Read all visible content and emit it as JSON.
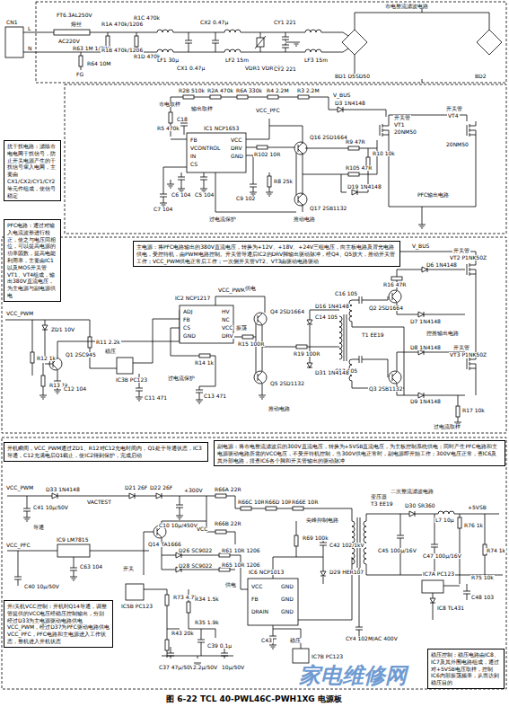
{
  "diagram": {
    "caption": "图 6-22 TCL 40-PWL46C-PWH1XG 电源板",
    "nodes": [
      {
        "text": [
          "抗干扰电路：滤除市电电网干扰信号，防止开关电源产生的干扰信号窜入电网，主要由CX1/CX2/CY1/CY2等元件组成，使信号稳定"
        ]
      },
      {
        "text": [
          "PFC电路：通过对输入电流波形进行校正，使之与电压同相位，可以提高电源的功率因数，提高电能利用率，主要由IC1以及MOS开关管VT1、VT4组成，输出380V直流电压，为主电源与副电源供电"
        ]
      },
      {
        "text": [
          "主电源：将PFC电路输出的380V直流电压，转换为+12V、+18V、+24V三组电压，向主板电路及背光电路供电，受控待机，由PWM电路控制。开关管导通后IC2的DRV脚输出驱动脉冲，经Q4、Q5放大，推动开关管工作；VCC_PWM供电正常后工作；一次侧开关管VT2、VT3由驱动电路驱动"
        ]
      },
      {
        "text": [
          "开机瞬间，VCC_PWM通过ZD1、R12对C12充电时间内，Q1处于导通状态，IC3导通，C12充满电后Q1截止，使IC2得到保护，完成启动"
        ]
      },
      {
        "text": [
          "副电源：将市电整流滤波后的300V直流电压，转换为+5VSB直流电压，为主板控制系统供电；同时产生PFC电路和主电源驱动电路所需的VCC电压，不受开待机控制，当300V供电正常时，副电源即开始工作；300V电压正常，查IC6及其外部电路，排查IC6各个脚和开关管输出的驱动脉冲"
        ]
      },
      {
        "text": [
          "开/关机VCC控制：开机时Q14导通，调整管提供的VCC电压经稳压控制输出，分别经过D33为主电源驱动电路供电VCC_PWM，经过D37为PFC驱动电路供电VCC_PFC，PFC电路和主电源进入工作状态，整机进入开机状态"
        ]
      },
      {
        "text": [
          "稳压控制：稳压电路由IC8、IC7及其外围电路组成，通过对+5VSB电压取样，控制IC6内部振荡频率，从而达到稳压目的"
        ]
      }
    ],
    "labels": [
      "CN1",
      "L",
      "N",
      "FT6.3AL250V",
      "熔丝",
      "AC220V",
      "R63 1M 1/2W",
      "R64 10M",
      "FG",
      "R1A 470k/1206",
      "R1B 470k/1206",
      "R1C 470k",
      "R1D 470k",
      "LF1 30μ",
      "CX1 0.47μ",
      "CX2 0.47μ",
      "LF2 15m",
      "VDR1 VDR561",
      "CY1 221",
      "CY2 221",
      "LF3 15m",
      "BD1 D5SD50",
      "BD2",
      "市电整流滤波电路",
      "R2B 510k",
      "R2A 470k",
      "R6A 330k",
      "R4 2.2M",
      "R3 2.2M",
      "V_BUS",
      "市电取样",
      "输出取样",
      "R5 470k",
      "C18",
      "IC1 NCP1653",
      "FB",
      "VCONTROL",
      "IN",
      "CS",
      "VCC",
      "DRV",
      "GND",
      "VCC_PFC",
      "R102 10R",
      "C6 104",
      "C5 104",
      "C7 104",
      "C9 102",
      "R8 25k",
      "过电流保护",
      "Q16 2SD1664",
      "Q17 2SB1132",
      "推动电路",
      "D3 1N4148",
      "R9 47R",
      "R10 10k",
      "R105 47R",
      "D19 1N4148",
      "开关管",
      "VT1",
      "20NM50",
      "开关管",
      "VT4",
      "20NM50",
      "PFC输出电路",
      "V_BUS",
      "D6 1N4148",
      "开关管",
      "VT2 P1NK50Z",
      "R16 47R",
      "Q2 2SD1664",
      "D7 1N4148",
      "C16 105",
      "T1 EE19",
      "C17 105",
      "控推输出电路",
      "D8 1N4148",
      "Q3 2SB1132",
      "D9 1N4148",
      "开关管",
      "VT3 P1NK50Z",
      "R17 10k",
      "过电流取样",
      "IC2 NCP1217",
      "VCC_PWM",
      "ADJ",
      "FB",
      "CS",
      "GND",
      "HV",
      "NC",
      "VCC",
      "DRV",
      "供电",
      "Q4 2SD1664",
      "D16 1N4148",
      "C14 105",
      "振荡",
      "R15 100R",
      "R19 100R",
      "Q5 2SD1132",
      "D31 1N4148",
      "推动电路",
      "过电流保护",
      "R14 1k",
      "C13 471",
      "VCC_PWM",
      "ZD1 10V",
      "R11 2.2k",
      "Q1 2SC945",
      "稳压",
      "IC3B PC123",
      "R12 1k",
      "R13 1k",
      "C12 104",
      "C11 471",
      "VCC_PWM",
      "D33 1N4148",
      "VACTEST",
      "D21 26F",
      "D22 26F",
      "+300V",
      "C10 10μ/450V",
      "R66A 22R",
      "R66B 22R",
      "R66C 10R",
      "R66D 10R",
      "R66E 10R",
      "R69 100k",
      "尖峰抑制电路",
      "C42 102/1kV",
      "D29 HER107",
      "C41 10μ/50V",
      "导通",
      "IC9 LM7815",
      "VCC_PFC",
      "C63 104",
      "C40 10μ/50V",
      "Q14 TA1666",
      "VCC",
      "D26 SC9022",
      "R61 10R 1206",
      "D28 SC9022",
      "R65 10R 1206",
      "开关",
      "供电",
      "R73 4.7k",
      "R34 1.5k",
      "R35 1.9k",
      "C39 0.1μ",
      "R43 20k",
      "IC5B PC123",
      "C37 47μ/50V",
      "2.2μ/50V",
      "10μ/50V",
      "IC6 NCP1013",
      "VCC",
      "FB",
      "DRAIN",
      "GND",
      "GND",
      "GND",
      "C43",
      "稳压",
      "IC7B PC123",
      "CY4 102M/AC 400V",
      "变压器",
      "T3 EE19",
      "二次整流滤波电路",
      "D30 SR360",
      "+5VSB",
      "L7 10μ",
      "R76 1k",
      "C45 100μ/16V",
      "C47 100μ/16V",
      "R74 1k",
      "IC7A PC123",
      "R75 10k",
      "C48 103",
      "IC8 TL431",
      "家电维修网"
    ]
  }
}
